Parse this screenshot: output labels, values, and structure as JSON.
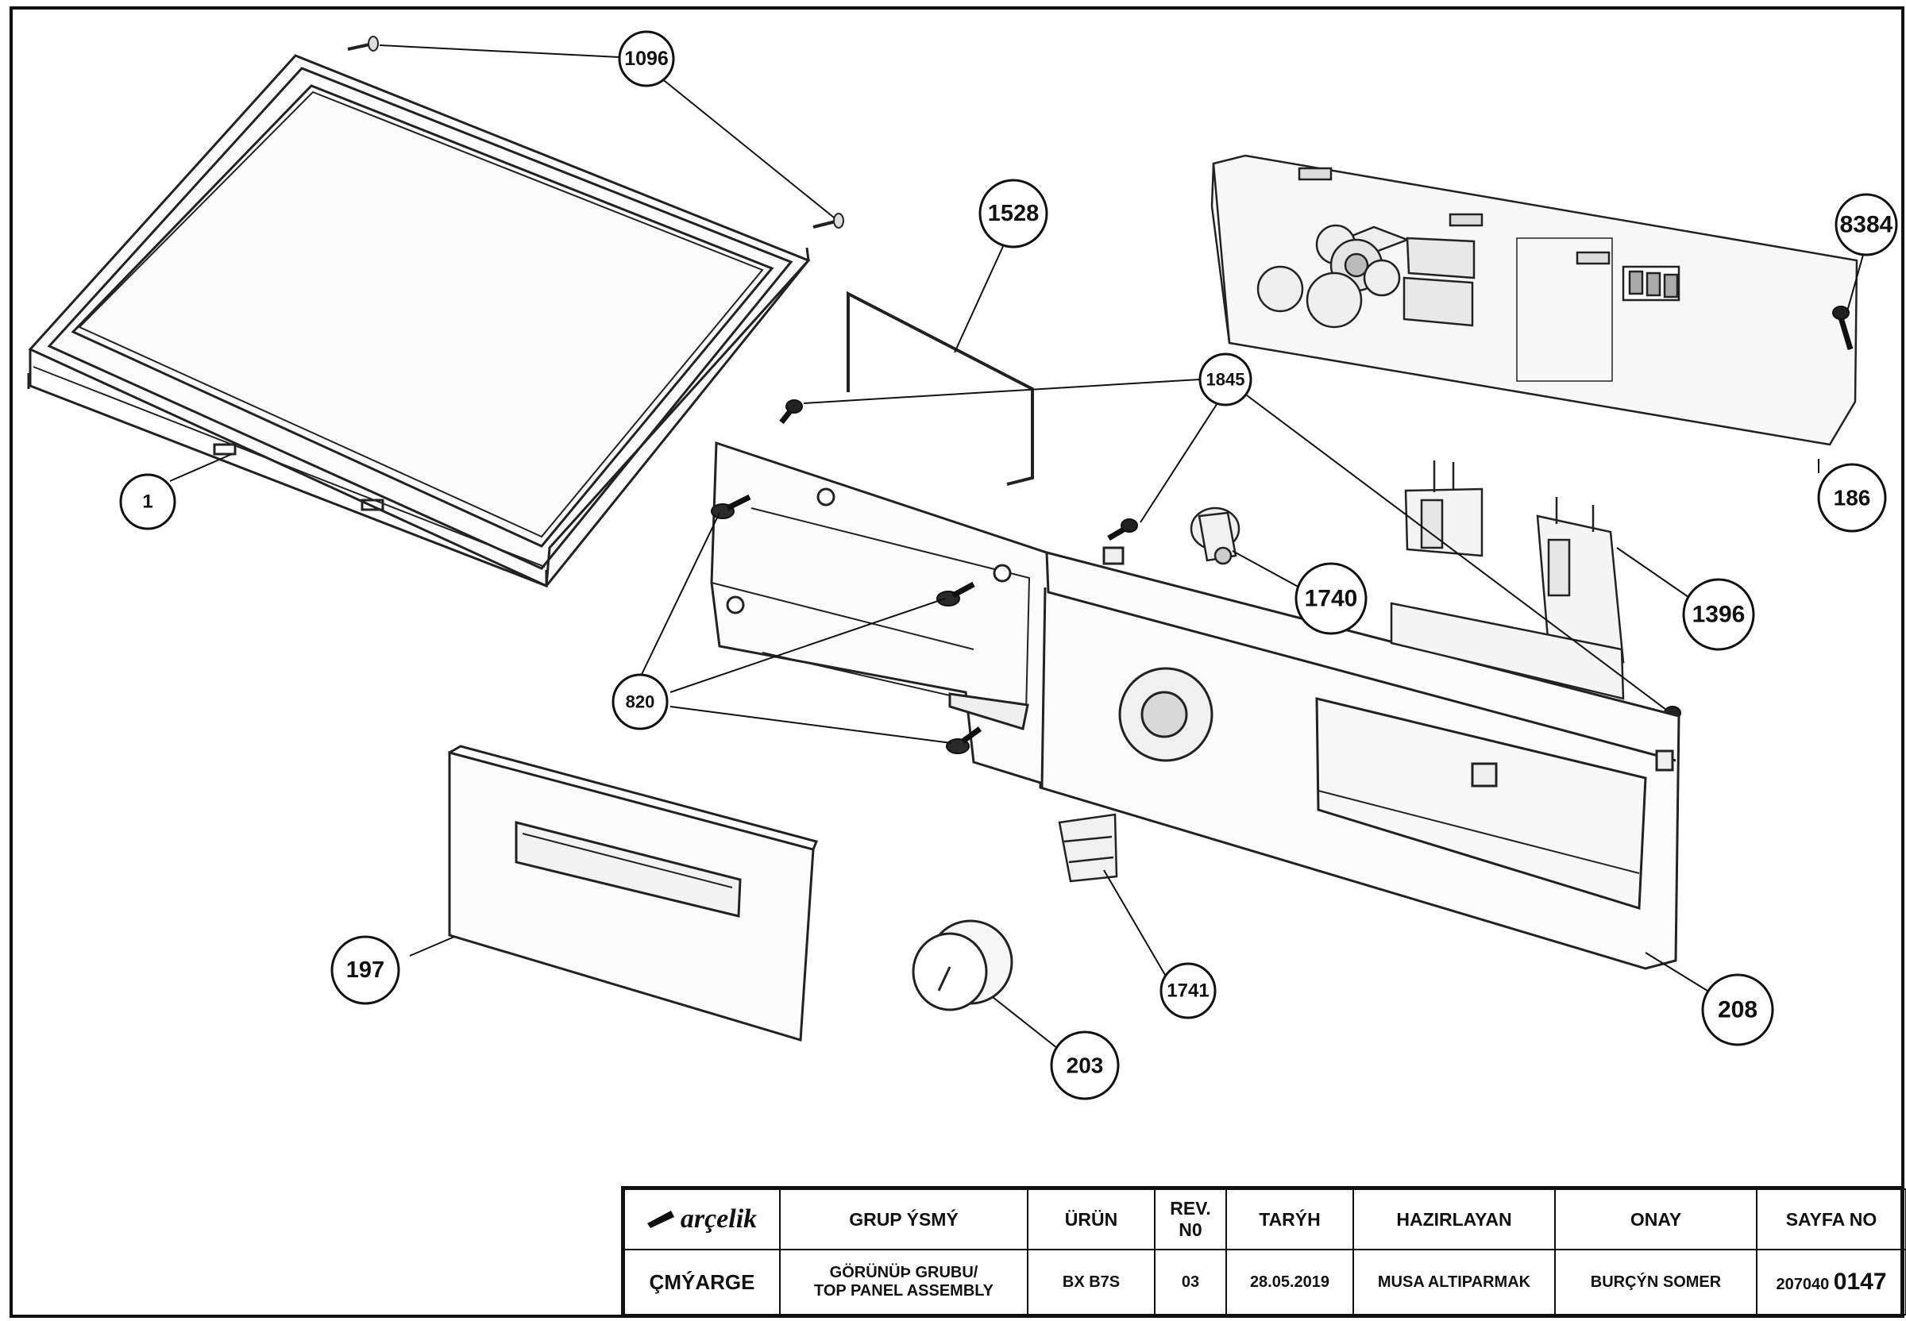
{
  "callouts": [
    {
      "id": "1096"
    },
    {
      "id": "1528"
    },
    {
      "id": "8384"
    },
    {
      "id": "1845"
    },
    {
      "id": "186"
    },
    {
      "id": "1"
    },
    {
      "id": "1740"
    },
    {
      "id": "1396"
    },
    {
      "id": "820"
    },
    {
      "id": "197"
    },
    {
      "id": "1741"
    },
    {
      "id": "208"
    },
    {
      "id": "203"
    }
  ],
  "title_block": {
    "logo": "arçelik",
    "headers": {
      "group_name": "GRUP ÝSMÝ",
      "product": "ÜRÜN",
      "rev_no_line1": "REV.",
      "rev_no_line2": "N0",
      "date": "TARÝH",
      "prepared_by": "HAZIRLAYAN",
      "approval": "ONAY",
      "page_no": "SAYFA NO"
    },
    "values": {
      "department": "ÇMÝARGE",
      "group_name_line1": "GÖRÜNÜÞ GRUBU/",
      "group_name_line2": "TOP PANEL ASSEMBLY",
      "product": "BX B7S",
      "rev_no": "03",
      "date": "28.05.2019",
      "prepared_by": "MUSA ALTIPARMAK",
      "approval": "BURÇÝN SOMER",
      "page_no_prefix": "207040",
      "page_no_suffix": "0147"
    }
  }
}
